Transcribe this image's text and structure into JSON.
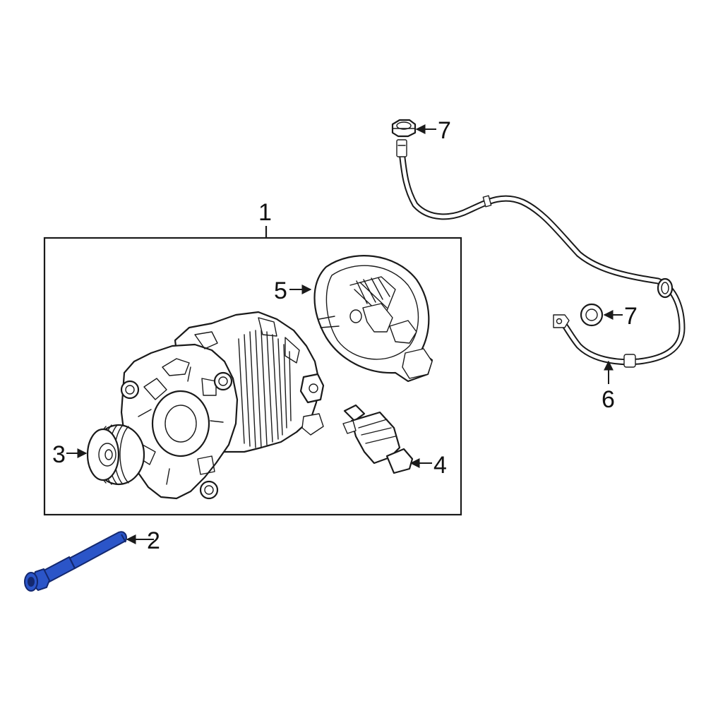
{
  "colors": {
    "highlight": "#2b55c8",
    "highlight_dark": "#14286e",
    "line": "#1a1a1a",
    "background": "#ffffff"
  },
  "callouts": {
    "c1": "1",
    "c2": "2",
    "c3": "3",
    "c4": "4",
    "c5": "5",
    "c6": "6",
    "c7_top": "7",
    "c7_right": "7"
  },
  "parts": {
    "p1": "alternator-assembly",
    "p2": "mounting-bolt",
    "p3": "pulley",
    "p4": "voltage-regulator",
    "p5": "rear-cover",
    "p6": "battery-cable",
    "p7": "nut"
  }
}
